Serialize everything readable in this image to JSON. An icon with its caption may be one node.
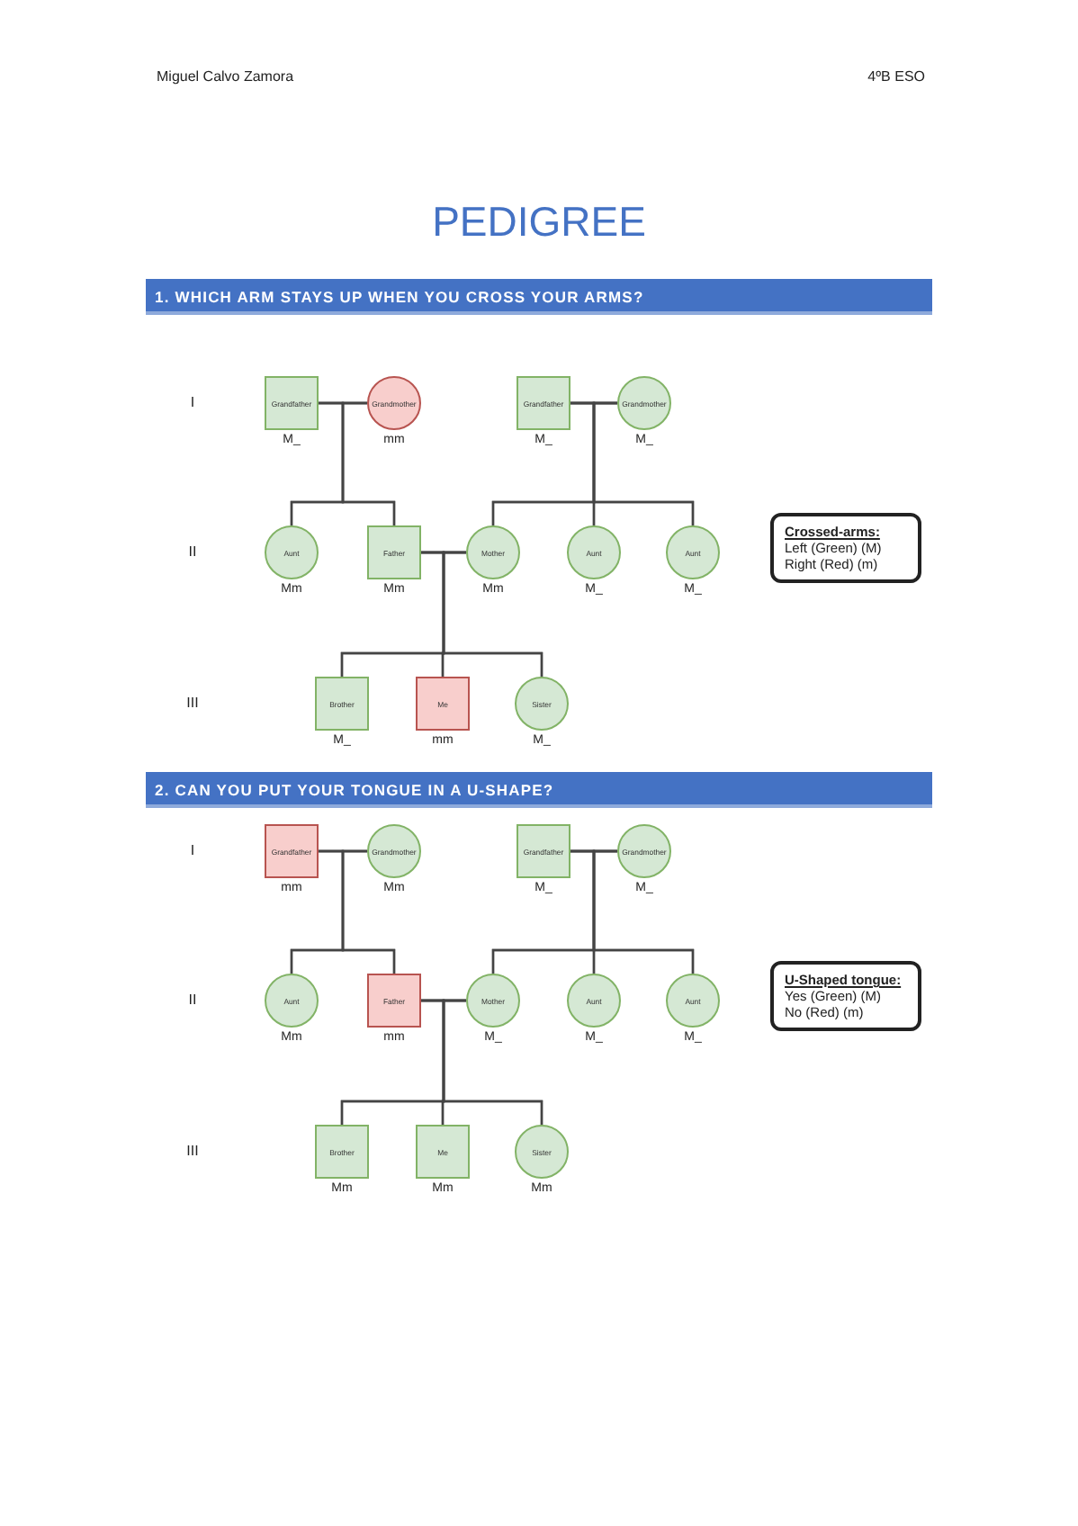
{
  "diagram": {
    "title": "PEDIGREE",
    "nodes": [
      {
        "text": [
          "1. WHICH ARM STAYS UP WHEN YOU CROSS YOUR ARMS?"
        ]
      },
      {
        "text": [
          "Grandfather"
        ],
        "beside": [
          "M_"
        ]
      },
      {
        "text": [
          "Grandmother"
        ],
        "beside": [
          "mm"
        ]
      },
      {
        "text": [
          "Grandfather"
        ],
        "beside": [
          "M_"
        ]
      },
      {
        "text": [
          "Grandmother"
        ],
        "beside": [
          "M_"
        ]
      },
      {
        "text": [
          "Aunt"
        ],
        "beside": [
          "Mm"
        ]
      },
      {
        "text": [
          "Father"
        ],
        "beside": [
          "Mm"
        ]
      },
      {
        "text": [
          "Mother"
        ],
        "beside": [
          "Mm"
        ]
      },
      {
        "text": [
          "Aunt"
        ],
        "beside": [
          "M_"
        ]
      },
      {
        "text": [
          "Aunt"
        ],
        "beside": [
          "M_"
        ]
      },
      {
        "text": [
          "Crossed-arms:",
          "Left (Green) (M)",
          "Right (Red) (m)"
        ]
      },
      {
        "text": [
          "Brother"
        ],
        "beside": [
          "M_"
        ]
      },
      {
        "text": [
          "Me"
        ],
        "beside": [
          "mm"
        ]
      },
      {
        "text": [
          "Sister"
        ],
        "beside": [
          "M_"
        ]
      },
      {
        "text": [
          "2. CAN YOU PUT YOUR TONGUE IN A U-SHAPE?"
        ]
      },
      {
        "text": [
          "Grandfather"
        ],
        "beside": [
          "mm"
        ]
      },
      {
        "text": [
          "Grandmother"
        ],
        "beside": [
          "Mm"
        ]
      },
      {
        "text": [
          "Grandfather"
        ],
        "beside": [
          "M_"
        ]
      },
      {
        "text": [
          "Grandmother"
        ],
        "beside": [
          "M_"
        ]
      },
      {
        "text": [
          "Aunt"
        ],
        "beside": [
          "Mm"
        ]
      },
      {
        "text": [
          "Father"
        ],
        "beside": [
          "mm"
        ]
      },
      {
        "text": [
          "Mother"
        ],
        "beside": [
          "M_"
        ]
      },
      {
        "text": [
          "Aunt"
        ],
        "beside": [
          "M_"
        ]
      },
      {
        "text": [
          "Aunt"
        ],
        "beside": [
          "M_"
        ]
      },
      {
        "text": [
          "U-Shaped tongue:",
          "Yes (Green) (M)",
          "No (Red) (m)"
        ]
      },
      {
        "text": [
          "Brother"
        ],
        "beside": [
          "Mm"
        ]
      },
      {
        "text": [
          "Me"
        ],
        "beside": [
          "Mm"
        ]
      },
      {
        "text": [
          "Sister"
        ],
        "beside": [
          "Mm"
        ]
      }
    ],
    "edges": [
      {
        "from": 1,
        "to": 2,
        "arrow": "none"
      },
      {
        "from": 3,
        "to": 4,
        "arrow": "none"
      },
      {
        "from": 1,
        "to": 5,
        "arrow": "none"
      },
      {
        "from": 2,
        "to": 5,
        "arrow": "none"
      },
      {
        "from": 1,
        "to": 6,
        "arrow": "none"
      },
      {
        "from": 2,
        "to": 6,
        "arrow": "none"
      },
      {
        "from": 3,
        "to": 7,
        "arrow": "none"
      },
      {
        "from": 4,
        "to": 7,
        "arrow": "none"
      },
      {
        "from": 3,
        "to": 8,
        "arrow": "none"
      },
      {
        "from": 4,
        "to": 8,
        "arrow": "none"
      },
      {
        "from": 3,
        "to": 9,
        "arrow": "none"
      },
      {
        "from": 4,
        "to": 9,
        "arrow": "none"
      },
      {
        "from": 6,
        "to": 7,
        "arrow": "none"
      },
      {
        "from": 6,
        "to": 11,
        "arrow": "none"
      },
      {
        "from": 7,
        "to": 11,
        "arrow": "none"
      },
      {
        "from": 6,
        "to": 12,
        "arrow": "none"
      },
      {
        "from": 7,
        "to": 12,
        "arrow": "none"
      },
      {
        "from": 6,
        "to": 13,
        "arrow": "none"
      },
      {
        "from": 7,
        "to": 13,
        "arrow": "none"
      },
      {
        "from": 15,
        "to": 16,
        "arrow": "none"
      },
      {
        "from": 17,
        "to": 18,
        "arrow": "none"
      },
      {
        "from": 15,
        "to": 19,
        "arrow": "none"
      },
      {
        "from": 16,
        "to": 19,
        "arrow": "none"
      },
      {
        "from": 15,
        "to": 20,
        "arrow": "none"
      },
      {
        "from": 16,
        "to": 20,
        "arrow": "none"
      },
      {
        "from": 17,
        "to": 21,
        "arrow": "none"
      },
      {
        "from": 18,
        "to": 21,
        "arrow": "none"
      },
      {
        "from": 17,
        "to": 22,
        "arrow": "none"
      },
      {
        "from": 18,
        "to": 22,
        "arrow": "none"
      },
      {
        "from": 17,
        "to": 23,
        "arrow": "none"
      },
      {
        "from": 18,
        "to": 23,
        "arrow": "none"
      },
      {
        "from": 20,
        "to": 21,
        "arrow": "none"
      },
      {
        "from": 20,
        "to": 25,
        "arrow": "none"
      },
      {
        "from": 21,
        "to": 25,
        "arrow": "none"
      },
      {
        "from": 20,
        "to": 26,
        "arrow": "none"
      },
      {
        "from": 21,
        "to": 26,
        "arrow": "none"
      },
      {
        "from": 20,
        "to": 27,
        "arrow": "none"
      },
      {
        "from": 21,
        "to": 27,
        "arrow": "none"
      }
    ],
    "labels": [
      "Miguel Calvo Zamora",
      "4ºB ESO",
      "I",
      "II",
      "III",
      "I",
      "II",
      "III"
    ]
  }
}
